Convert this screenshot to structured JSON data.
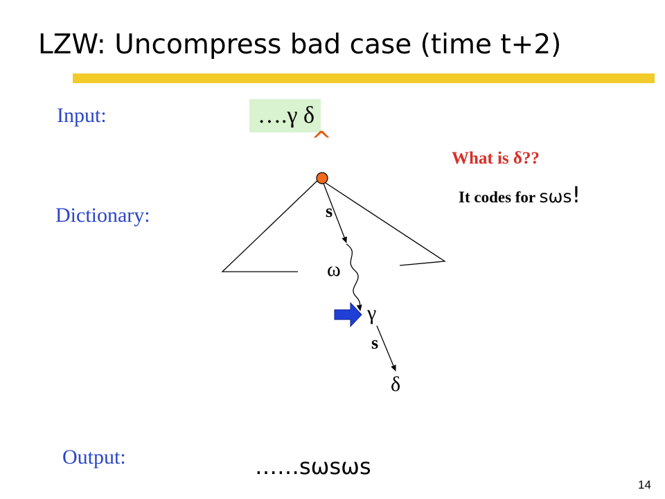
{
  "slide": {
    "title": "LZW: Uncompress bad case (time t+2)",
    "page_number": "14"
  },
  "labels": {
    "input": "Input:",
    "dictionary": "Dictionary:",
    "output": "Output:"
  },
  "input_stream": {
    "text": "….γ δ",
    "pointer": "^"
  },
  "question": {
    "line": "What is δ??",
    "answer_prefix": "It codes for ",
    "answer_code": "sωs",
    "answer_suffix": "!"
  },
  "tree": {
    "edge_1": "s",
    "node_omega": "ω",
    "node_gamma": "γ",
    "edge_2": "s",
    "node_delta": "δ"
  },
  "output": {
    "text": "……sωsωs"
  },
  "colors": {
    "title_rule": "#f2cb2a",
    "label_blue": "#2b46c9",
    "input_highlight": "#d9f2d0",
    "pointer": "#e35b12",
    "question_red": "#d72f27",
    "root_node": "#f26b1d",
    "arrow_blue": "#1f3fd6"
  }
}
